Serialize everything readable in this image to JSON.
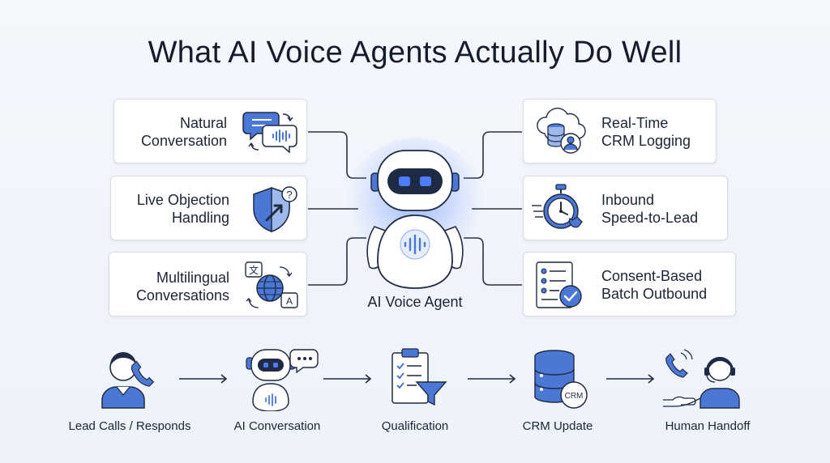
{
  "title": "What AI Voice Agents Actually Do Well",
  "center": {
    "label": "AI Voice Agent"
  },
  "left_cards": [
    {
      "line1": "Natural",
      "line2": "Conversation"
    },
    {
      "line1": "Live Objection",
      "line2": "Handling"
    },
    {
      "line1": "Multilingual",
      "line2": "Conversations"
    }
  ],
  "right_cards": [
    {
      "line1": "Real-Time",
      "line2": "CRM Logging"
    },
    {
      "line1": "Inbound",
      "line2": "Speed-to-Lead"
    },
    {
      "line1": "Consent-Based",
      "line2": "Batch Outbound"
    }
  ],
  "flow": [
    {
      "label": "Lead Calls / Responds"
    },
    {
      "label": "AI Conversation"
    },
    {
      "label": "Qualification"
    },
    {
      "label": "CRM Update"
    },
    {
      "label": "Human Handoff"
    }
  ],
  "icons": {
    "translate_glyph": "文",
    "translate_letter": "A",
    "question_mark": "?",
    "crm_badge": "CRM"
  },
  "colors": {
    "accent": "#4a78d4",
    "accent_light": "#9db8ea",
    "ink": "#1f2a44",
    "glow": "#4d7cff"
  }
}
